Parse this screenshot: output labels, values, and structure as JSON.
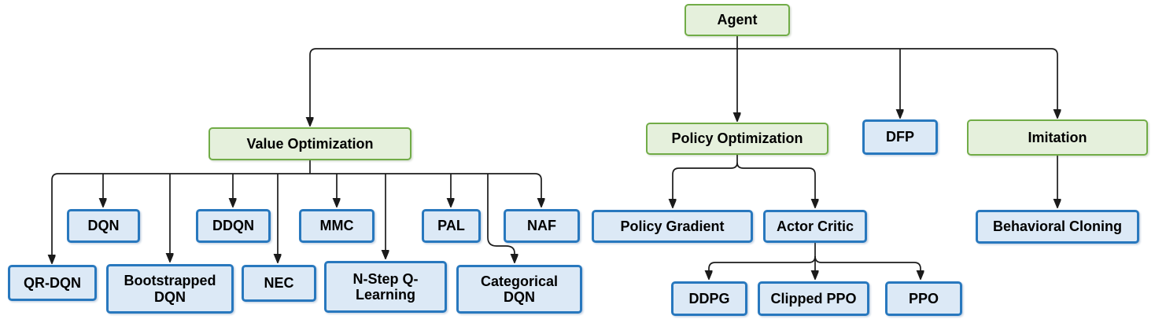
{
  "diagram": {
    "description": "Reinforcement learning agent taxonomy tree",
    "colors": {
      "category_border": "#71AC47",
      "category_fill": "#E5F0DC",
      "algorithm_border": "#2878BE",
      "algorithm_fill": "#DCE9F6",
      "connector_line": "#1B1B1B"
    },
    "nodes": {
      "agent": {
        "label": "Agent",
        "type": "category"
      },
      "value_optimization": {
        "label": "Value Optimization",
        "type": "category"
      },
      "policy_optimization": {
        "label": "Policy Optimization",
        "type": "category"
      },
      "dfp": {
        "label": "DFP",
        "type": "algorithm"
      },
      "imitation": {
        "label": "Imitation",
        "type": "category"
      },
      "dqn": {
        "label": "DQN",
        "type": "algorithm"
      },
      "ddqn": {
        "label": "DDQN",
        "type": "algorithm"
      },
      "mmc": {
        "label": "MMC",
        "type": "algorithm"
      },
      "pal": {
        "label": "PAL",
        "type": "algorithm"
      },
      "naf": {
        "label": "NAF",
        "type": "algorithm"
      },
      "qr_dqn": {
        "label": "QR-DQN",
        "type": "algorithm"
      },
      "bootstrapped_dqn": {
        "label": "Bootstrapped DQN",
        "type": "algorithm"
      },
      "nec": {
        "label": "NEC",
        "type": "algorithm"
      },
      "n_step_q_learning": {
        "label": "N-Step Q-Learning",
        "type": "algorithm"
      },
      "categorical_dqn": {
        "label": "Categorical DQN",
        "type": "algorithm"
      },
      "policy_gradient": {
        "label": "Policy Gradient",
        "type": "algorithm"
      },
      "actor_critic": {
        "label": "Actor Critic",
        "type": "algorithm"
      },
      "ddpg": {
        "label": "DDPG",
        "type": "algorithm"
      },
      "clipped_ppo": {
        "label": "Clipped PPO",
        "type": "algorithm"
      },
      "ppo": {
        "label": "PPO",
        "type": "algorithm"
      },
      "behavioral_cloning": {
        "label": "Behavioral Cloning",
        "type": "algorithm"
      }
    },
    "edges": [
      [
        "agent",
        "value_optimization"
      ],
      [
        "agent",
        "policy_optimization"
      ],
      [
        "agent",
        "dfp"
      ],
      [
        "agent",
        "imitation"
      ],
      [
        "value_optimization",
        "qr_dqn"
      ],
      [
        "value_optimization",
        "dqn"
      ],
      [
        "value_optimization",
        "bootstrapped_dqn"
      ],
      [
        "value_optimization",
        "ddqn"
      ],
      [
        "value_optimization",
        "nec"
      ],
      [
        "value_optimization",
        "mmc"
      ],
      [
        "value_optimization",
        "n_step_q_learning"
      ],
      [
        "value_optimization",
        "pal"
      ],
      [
        "value_optimization",
        "categorical_dqn"
      ],
      [
        "value_optimization",
        "naf"
      ],
      [
        "policy_optimization",
        "policy_gradient"
      ],
      [
        "policy_optimization",
        "actor_critic"
      ],
      [
        "actor_critic",
        "ddpg"
      ],
      [
        "actor_critic",
        "clipped_ppo"
      ],
      [
        "actor_critic",
        "ppo"
      ],
      [
        "imitation",
        "behavioral_cloning"
      ]
    ]
  }
}
